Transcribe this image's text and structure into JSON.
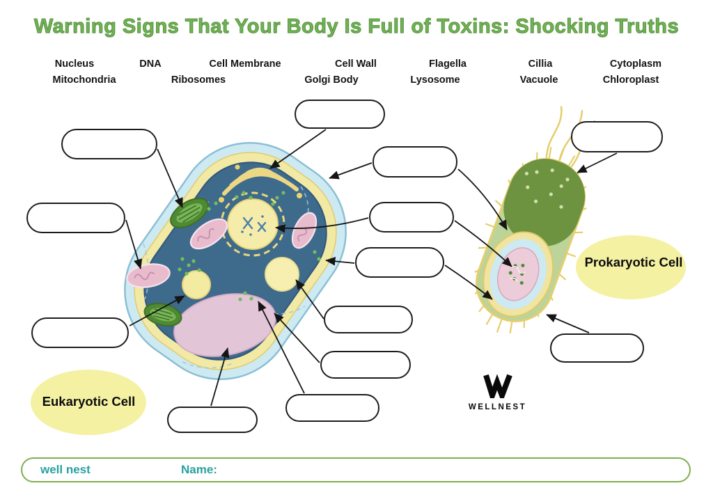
{
  "title": "Warning Signs That Your Body Is Full of Toxins: Shocking Truths",
  "word_bank": {
    "row1": [
      "Nucleus",
      "DNA",
      "Cell Membrane",
      "Cell Wall",
      "Flagella",
      "Cillia",
      "Cytoplasm"
    ],
    "row2": [
      "Mitochondria",
      "Ribosomes",
      "Golgi Body",
      "Lysosome",
      "Vacuole",
      "Chloroplast"
    ]
  },
  "diagram": {
    "eukaryotic_label": "Eukaryotic Cell",
    "prokaryotic_label": "Prokaryotic Cell",
    "answer_box_count": 13
  },
  "logo": {
    "brand": "WELLNEST"
  },
  "footer": {
    "brand": "well nest",
    "name_label": "Name:"
  },
  "colors": {
    "title_green": "#72b157",
    "footer_border_green": "#7fae4f",
    "teal_text": "#2aa0a0",
    "highlight_yellow": "#f4f1a3",
    "cell_outer_blue": "#cdeaf3",
    "cell_membrane_yellow": "#f1e9a4",
    "cell_cytoplasm_teal": "#3e6a8c",
    "prokaryote_dark_green": "#6d9340",
    "prokaryote_light_green": "#bcd39a",
    "organelle_pink": "#e9bccd",
    "organelle_green": "#4f8a33",
    "nucleus_yellow": "#f6ecaa"
  }
}
